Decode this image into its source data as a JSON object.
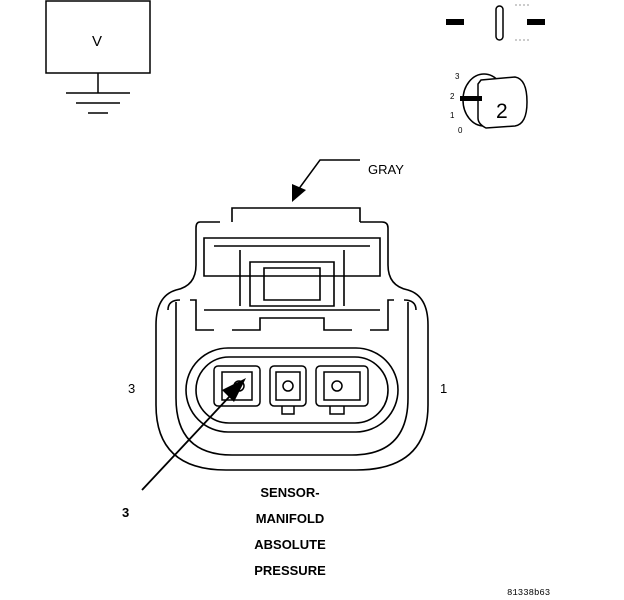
{
  "meter": {
    "letter": "V"
  },
  "setting_dial": {
    "scale": [
      "3",
      "2",
      "1",
      "0"
    ],
    "value": "2"
  },
  "wire_color": "GRAY",
  "pin_labels": {
    "left": "3",
    "right": "1"
  },
  "callout": "3",
  "component_name": [
    "SENSOR-",
    "MANIFOLD",
    "ABSOLUTE",
    "PRESSURE"
  ],
  "figure_code": "81338b63"
}
